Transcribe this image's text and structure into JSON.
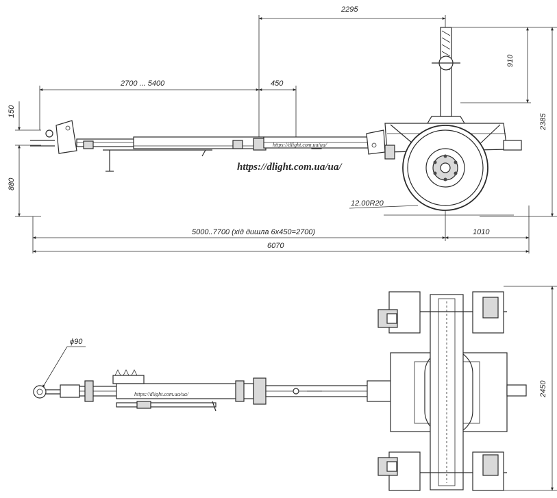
{
  "dimensions": {
    "d2295": "2295",
    "d910": "910",
    "d2385": "2385",
    "d2700_5400": "2700 ... 5400",
    "d450": "450",
    "d150": "150",
    "d880": "880",
    "d5000": "5000..7700 (хід дишла 6х450=2700)",
    "d1010": "1010",
    "d6070": "6070",
    "tire": "12.00R20",
    "dia90": "ϕ90",
    "d2450": "2450"
  },
  "watermarks": {
    "large": "https://dlight.com.ua/ua/",
    "small_top": "https://dlight.com.ua/ua/",
    "small_bottom": "https://dlight.com.ua/ua/"
  },
  "colors": {
    "line": "#2b2b2b",
    "background": "#ffffff"
  }
}
